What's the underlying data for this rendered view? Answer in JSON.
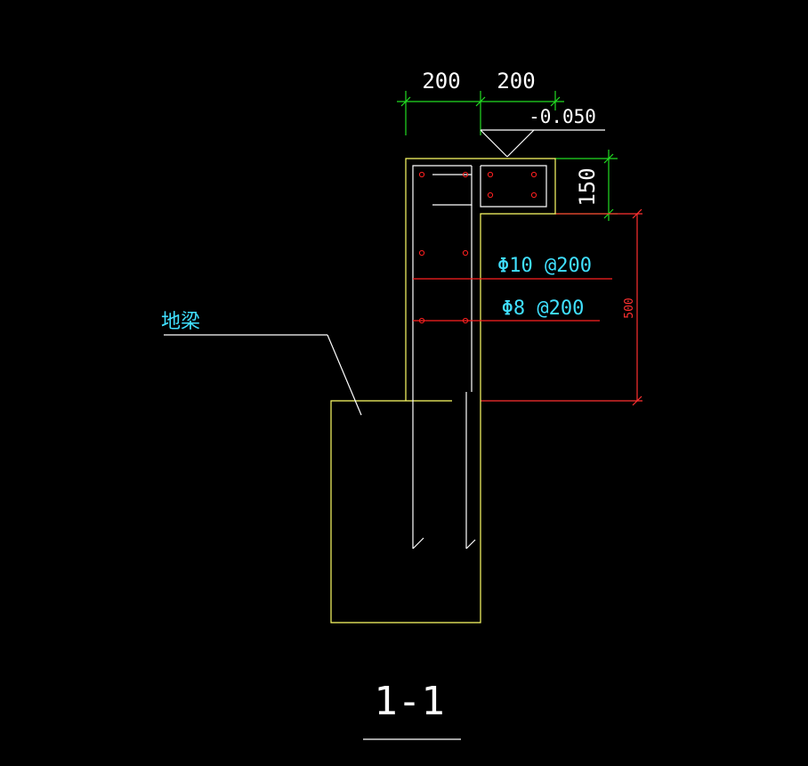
{
  "drawing": {
    "title": "1-1",
    "dimensions": {
      "top_left_width": "200",
      "top_right_width": "200",
      "elevation": "-0.050",
      "ledge_height": "150",
      "wall_height": "500"
    },
    "rebar": {
      "horizontal": "Φ10 @200",
      "vertical": "Φ8 @200"
    },
    "labels": {
      "ground_beam": "地梁"
    },
    "colors": {
      "background": "#000000",
      "concrete_outline": "#ffff66",
      "rebar": "#ffffff",
      "rebar_dots": "#ff2020",
      "dimension_lines": "#22dd22",
      "red_dimension": "#ff3030",
      "annotation_text": "#40e0ff",
      "dimension_text": "#ffffff"
    }
  }
}
